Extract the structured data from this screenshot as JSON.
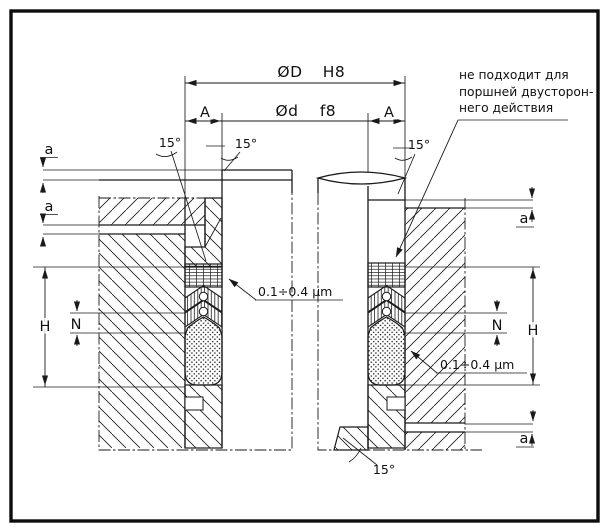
{
  "dims": {
    "bore_symbol": "ØD",
    "bore_tol": "H8",
    "rod_symbol": "Ød",
    "rod_tol": "f8",
    "a_left": "A",
    "a_right": "A",
    "h_left": "H",
    "h_right": "H",
    "n_left": "N",
    "n_right": "N",
    "gap_top_left": "a",
    "gap_mid_left": "a",
    "gap_top_right": "a",
    "gap_bottom_right": "a",
    "angle_top_left": "15°",
    "angle_top_mid": "15°",
    "angle_top_right": "15°",
    "angle_bottom": "15°",
    "roughness_left": "0.1÷0.4 μm",
    "roughness_right": "0.1÷0.4 μm"
  },
  "note": {
    "line1": "не подходит для",
    "line2": "поршней двусторон-",
    "line3": "него действия"
  },
  "colors": {
    "ink": "#1a1a1a",
    "paper": "#ffffff"
  }
}
